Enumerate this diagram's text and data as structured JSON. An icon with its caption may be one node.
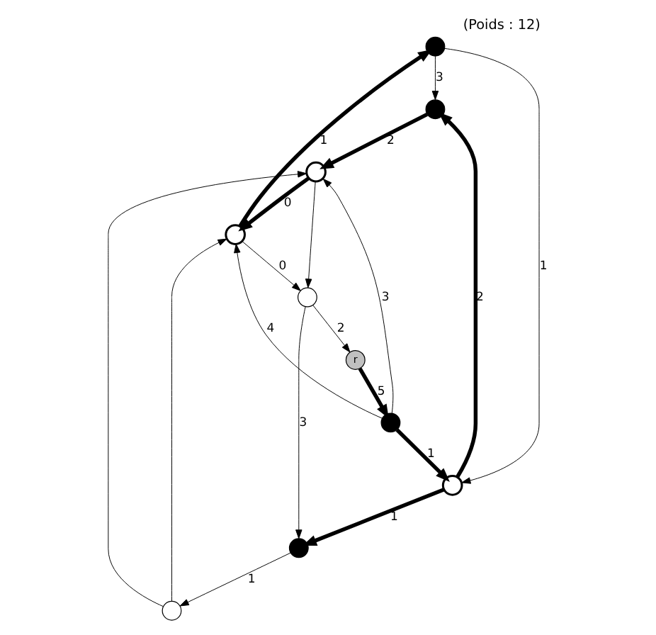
{
  "diagram": {
    "title": "(Poids : 12)",
    "nodes": [
      {
        "text": [],
        "shape": "circle"
      },
      {
        "text": [],
        "shape": "circle"
      },
      {
        "text": [],
        "shape": "circle"
      },
      {
        "text": [],
        "shape": "circle"
      },
      {
        "text": [],
        "shape": "circle"
      },
      {
        "text": [],
        "shape": "circle"
      },
      {
        "text": [],
        "shape": "circle"
      },
      {
        "text": [
          "r"
        ]
      },
      {
        "text": [],
        "shape": "circle"
      },
      {
        "text": [],
        "shape": "circle"
      }
    ],
    "edges": [
      {
        "from": 0,
        "to": 1,
        "arrow": "to",
        "label": "3"
      },
      {
        "from": 0,
        "to": 2,
        "arrow": "to",
        "label": "1"
      },
      {
        "from": 2,
        "to": 1,
        "arrow": "to",
        "label": "2",
        "style": "thick"
      },
      {
        "from": 1,
        "to": 4,
        "arrow": "to",
        "label": "2",
        "style": "thick"
      },
      {
        "from": 2,
        "to": 6,
        "arrow": "to",
        "label": "1",
        "style": "thick"
      },
      {
        "from": 3,
        "to": 2,
        "arrow": "to",
        "label": "1",
        "style": "thick"
      },
      {
        "from": 5,
        "to": 0,
        "arrow": "to",
        "label": "1",
        "style": "thick"
      },
      {
        "from": 3,
        "to": 4,
        "arrow": "to",
        "label": "3"
      },
      {
        "from": 3,
        "to": 5,
        "arrow": "to",
        "label": "4"
      },
      {
        "from": 4,
        "to": 5,
        "arrow": "to",
        "label": "0",
        "style": "thick"
      },
      {
        "from": 5,
        "to": 8,
        "arrow": "to",
        "label": "0"
      },
      {
        "from": 4,
        "to": 8,
        "arrow": "to"
      },
      {
        "from": 8,
        "to": 7,
        "arrow": "to",
        "label": "2"
      },
      {
        "from": 7,
        "to": 3,
        "arrow": "to",
        "label": "5",
        "style": "thick"
      },
      {
        "from": 8,
        "to": 6,
        "arrow": "to",
        "label": "3"
      },
      {
        "from": 9,
        "to": 5,
        "arrow": "to"
      },
      {
        "from": 9,
        "to": 4,
        "arrow": "to"
      },
      {
        "from": 6,
        "to": 9,
        "arrow": "to",
        "label": "1"
      }
    ]
  }
}
